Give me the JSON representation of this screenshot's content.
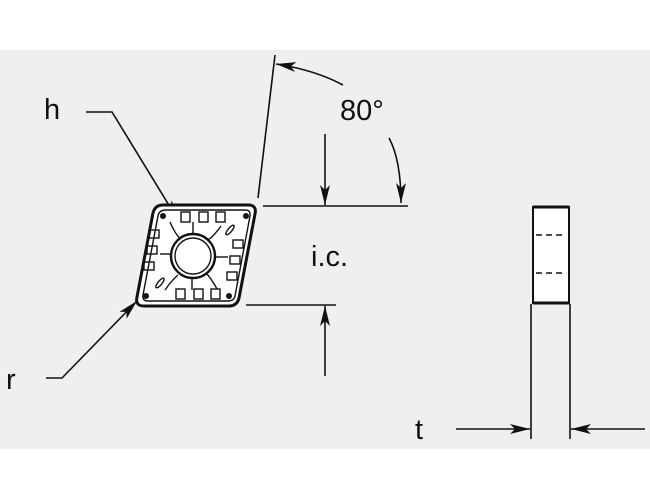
{
  "diagram": {
    "type": "technical-drawing",
    "subject": "indexable turning insert (rhombic 80°) with dimension callouts",
    "colors": {
      "background": "#ffffff",
      "panel": "#efefef",
      "stroke": "#111111",
      "insert_fill": "#ffffff"
    },
    "labels": {
      "hole": "h",
      "corner_radius": "r",
      "angle": "80°",
      "inscribed_circle": "i.c.",
      "thickness": "t"
    },
    "views": [
      {
        "name": "top-view",
        "shape": "rhombus",
        "features": [
          "center-hole",
          "chipbreaker-pattern"
        ]
      },
      {
        "name": "side-view",
        "shape": "rectangle",
        "features": [
          "dashed-hidden-lines",
          "thickness-dimension"
        ]
      }
    ]
  }
}
